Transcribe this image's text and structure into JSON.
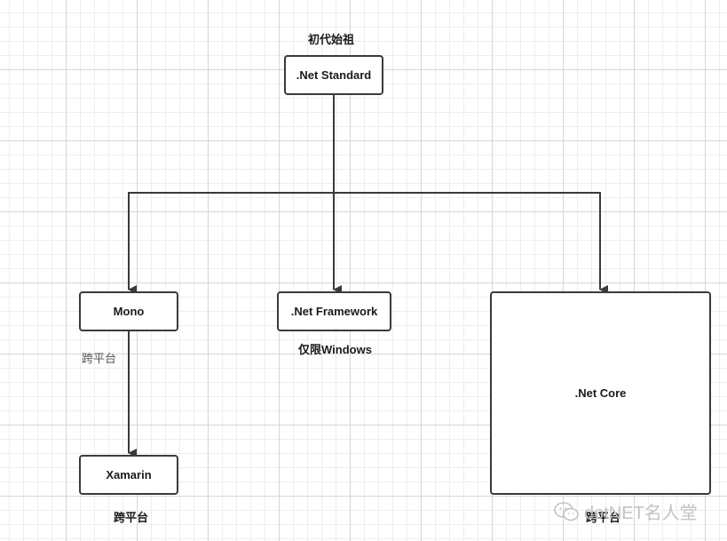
{
  "diagram": {
    "title": "初代始祖",
    "nodes": {
      "standard": ".Net Standard",
      "mono": "Mono",
      "framework": ".Net Framework",
      "core": ".Net Core",
      "xamarin": "Xamarin"
    },
    "annotations": {
      "mono_note": "跨平台",
      "framework_note": "仅限Windows",
      "xamarin_note": "跨平台",
      "core_note": "跨平台"
    }
  },
  "watermark": {
    "text": "dotNET名人堂",
    "icon": "wechat-icon"
  },
  "colors": {
    "line": "#3a3a3a",
    "grid_major": "#d6d6d6",
    "grid_minor": "#eeeeee",
    "watermark": "#bdbdbd"
  }
}
